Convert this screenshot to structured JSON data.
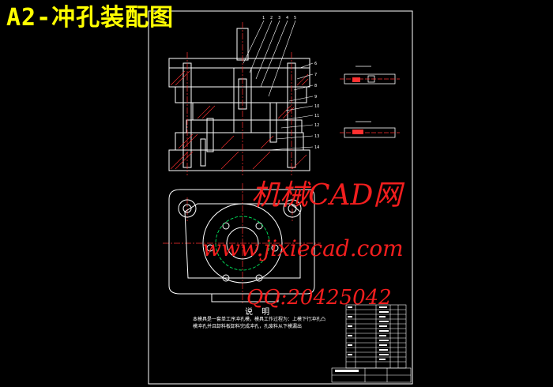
{
  "title": "A2-冲孔装配图",
  "watermark": {
    "line1": "机械CAD网",
    "line2": "www.jixiecad.com",
    "line3": "QQ:20425042"
  },
  "notes": {
    "heading": "说  明",
    "text": "本模具是一套单工序冲孔模，模具工作过程为：上模下行冲孔凸模冲孔并且卸料板卸料完成冲孔，孔废料从下模漏出"
  },
  "callouts": [
    "1",
    "2",
    "3",
    "4",
    "5",
    "6",
    "7",
    "8",
    "9",
    "10",
    "11",
    "12",
    "13",
    "14"
  ],
  "colors": {
    "frame": "#ffffff",
    "title": "#ffff00",
    "watermark": "#ff2020",
    "centerline": "#ff3030",
    "hidden": "#00ff66",
    "hatch": "#ff3030"
  }
}
